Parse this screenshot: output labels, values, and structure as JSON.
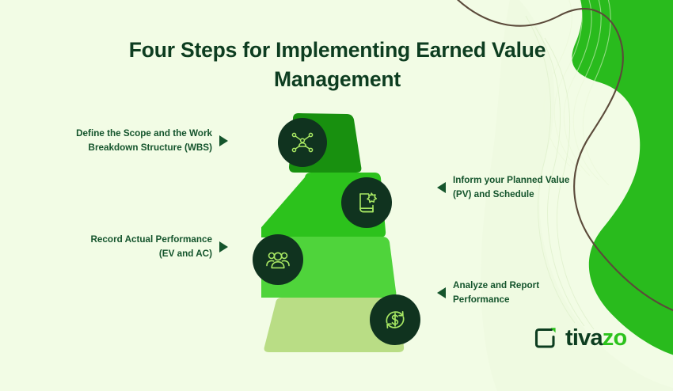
{
  "title": "Four Steps for Implementing Earned Value Management",
  "background_color": "#f2fce5",
  "colors": {
    "title_text": "#0d3d20",
    "label_text": "#14542c",
    "badge_fill": "#10331f",
    "icon_stroke": "#a8e863",
    "arrow": "#15552c",
    "blob_green": "#29bb1d",
    "curve_line": "#5b4a3a",
    "logo_dark": "#0d3d20",
    "logo_accent": "#2cc21c"
  },
  "funnel": {
    "tiers": [
      {
        "id": 1,
        "color": "#18900f",
        "icon": "network-people-icon",
        "side": "left"
      },
      {
        "id": 2,
        "color": "#2cc21c",
        "icon": "document-star-icon",
        "side": "right"
      },
      {
        "id": 3,
        "color": "#4fd43b",
        "icon": "users-group-icon",
        "side": "left"
      },
      {
        "id": 4,
        "color": "#b9dd85",
        "icon": "money-refresh-icon",
        "side": "right"
      }
    ]
  },
  "steps": [
    {
      "line1": "Define the Scope and the Work",
      "line2": "Breakdown Structure (WBS)",
      "arrow": "triangle-right",
      "side": "left"
    },
    {
      "line1": "Inform your Planned Value",
      "line2": "(PV) and Schedule",
      "arrow": "triangle-left",
      "side": "right"
    },
    {
      "line1": "Record Actual Performance",
      "line2": "(EV and AC)",
      "arrow": "triangle-right",
      "side": "left"
    },
    {
      "line1": "Analyze and Report",
      "line2": "Performance",
      "arrow": "triangle-left",
      "side": "right"
    }
  ],
  "logo": {
    "name_dark": "tiva",
    "name_accent": "zo",
    "icon": "tivazo-bracket-icon"
  }
}
